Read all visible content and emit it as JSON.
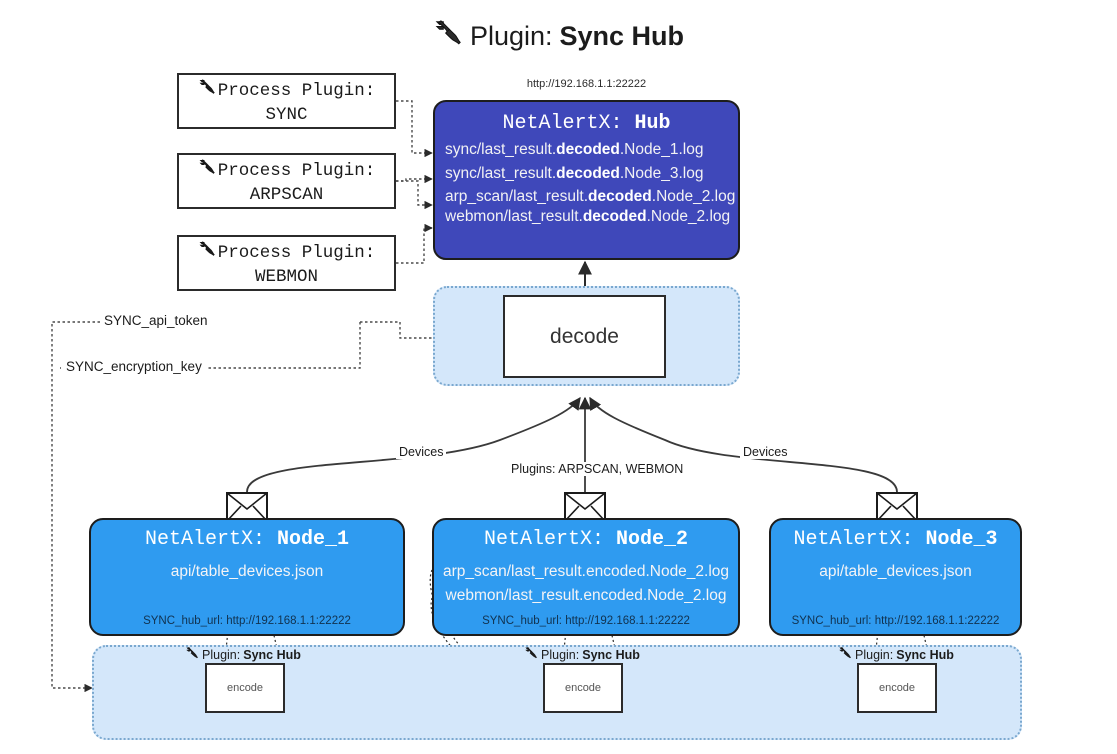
{
  "title": {
    "icon": "plug-icon",
    "prefix": "Plugin: ",
    "name": "Sync Hub"
  },
  "hub": {
    "url": "http://192.168.1.1:22222",
    "title_prefix": "NetAlertX: ",
    "title_name": "Hub",
    "lines": [
      {
        "pre": "sync/last_result.",
        "em": "decoded",
        "post": ".Node_1.log"
      },
      {
        "pre": "sync/last_result.",
        "em": "decoded",
        "post": ".Node_3.log"
      },
      {
        "pre": "arp_scan/last_result.",
        "em": "decoded",
        "post": ".Node_2.log"
      },
      {
        "pre": "webmon/last_result.",
        "em": "decoded",
        "post": ".Node_2.log"
      }
    ],
    "color": "#3f48ba"
  },
  "process_plugins": [
    {
      "icon": "plug-icon",
      "line1": "Process Plugin:",
      "line2": "SYNC"
    },
    {
      "icon": "plug-icon",
      "line1": "Process Plugin:",
      "line2": "ARPSCAN"
    },
    {
      "icon": "plug-icon",
      "line1": "Process Plugin:",
      "line2": "WEBMON"
    }
  ],
  "decode": {
    "label": "decode",
    "container_color": "#d4e7fa"
  },
  "config_labels": [
    {
      "text": "SYNC_api_token"
    },
    {
      "text": "SYNC_encryption_key"
    }
  ],
  "edge_labels": {
    "left_devices": "Devices",
    "right_devices": "Devices",
    "center_plugins": "Plugins: ARPSCAN, WEBMON"
  },
  "nodes": [
    {
      "icon": "envelope-icon",
      "title_prefix": "NetAlertX: ",
      "title_name": "Node_1",
      "lines": [
        "api/table_devices.json"
      ],
      "footer": "SYNC_hub_url: http://192.168.1.1:22222",
      "color": "#2f9bf0"
    },
    {
      "icon": "envelope-icon",
      "title_prefix": "NetAlertX: ",
      "title_name": "Node_2",
      "lines": [
        "arp_scan/last_result.encoded.Node_2.log",
        "webmon/last_result.encoded.Node_2.log"
      ],
      "footer": "SYNC_hub_url: http://192.168.1.1:22222",
      "color": "#2f9bf0"
    },
    {
      "icon": "envelope-icon",
      "title_prefix": "NetAlertX: ",
      "title_name": "Node_3",
      "lines": [
        "api/table_devices.json"
      ],
      "footer": "SYNC_hub_url: http://192.168.1.1:22222",
      "color": "#2f9bf0"
    }
  ],
  "encode_band": {
    "container_color": "#d4e7fa",
    "items": [
      {
        "icon": "plug-icon",
        "caption_prefix": "Plugin: ",
        "caption_name": "Sync Hub",
        "box_label": "encode"
      },
      {
        "icon": "plug-icon",
        "caption_prefix": "Plugin: ",
        "caption_name": "Sync Hub",
        "box_label": "encode"
      },
      {
        "icon": "plug-icon",
        "caption_prefix": "Plugin: ",
        "caption_name": "Sync Hub",
        "box_label": "encode"
      }
    ]
  }
}
